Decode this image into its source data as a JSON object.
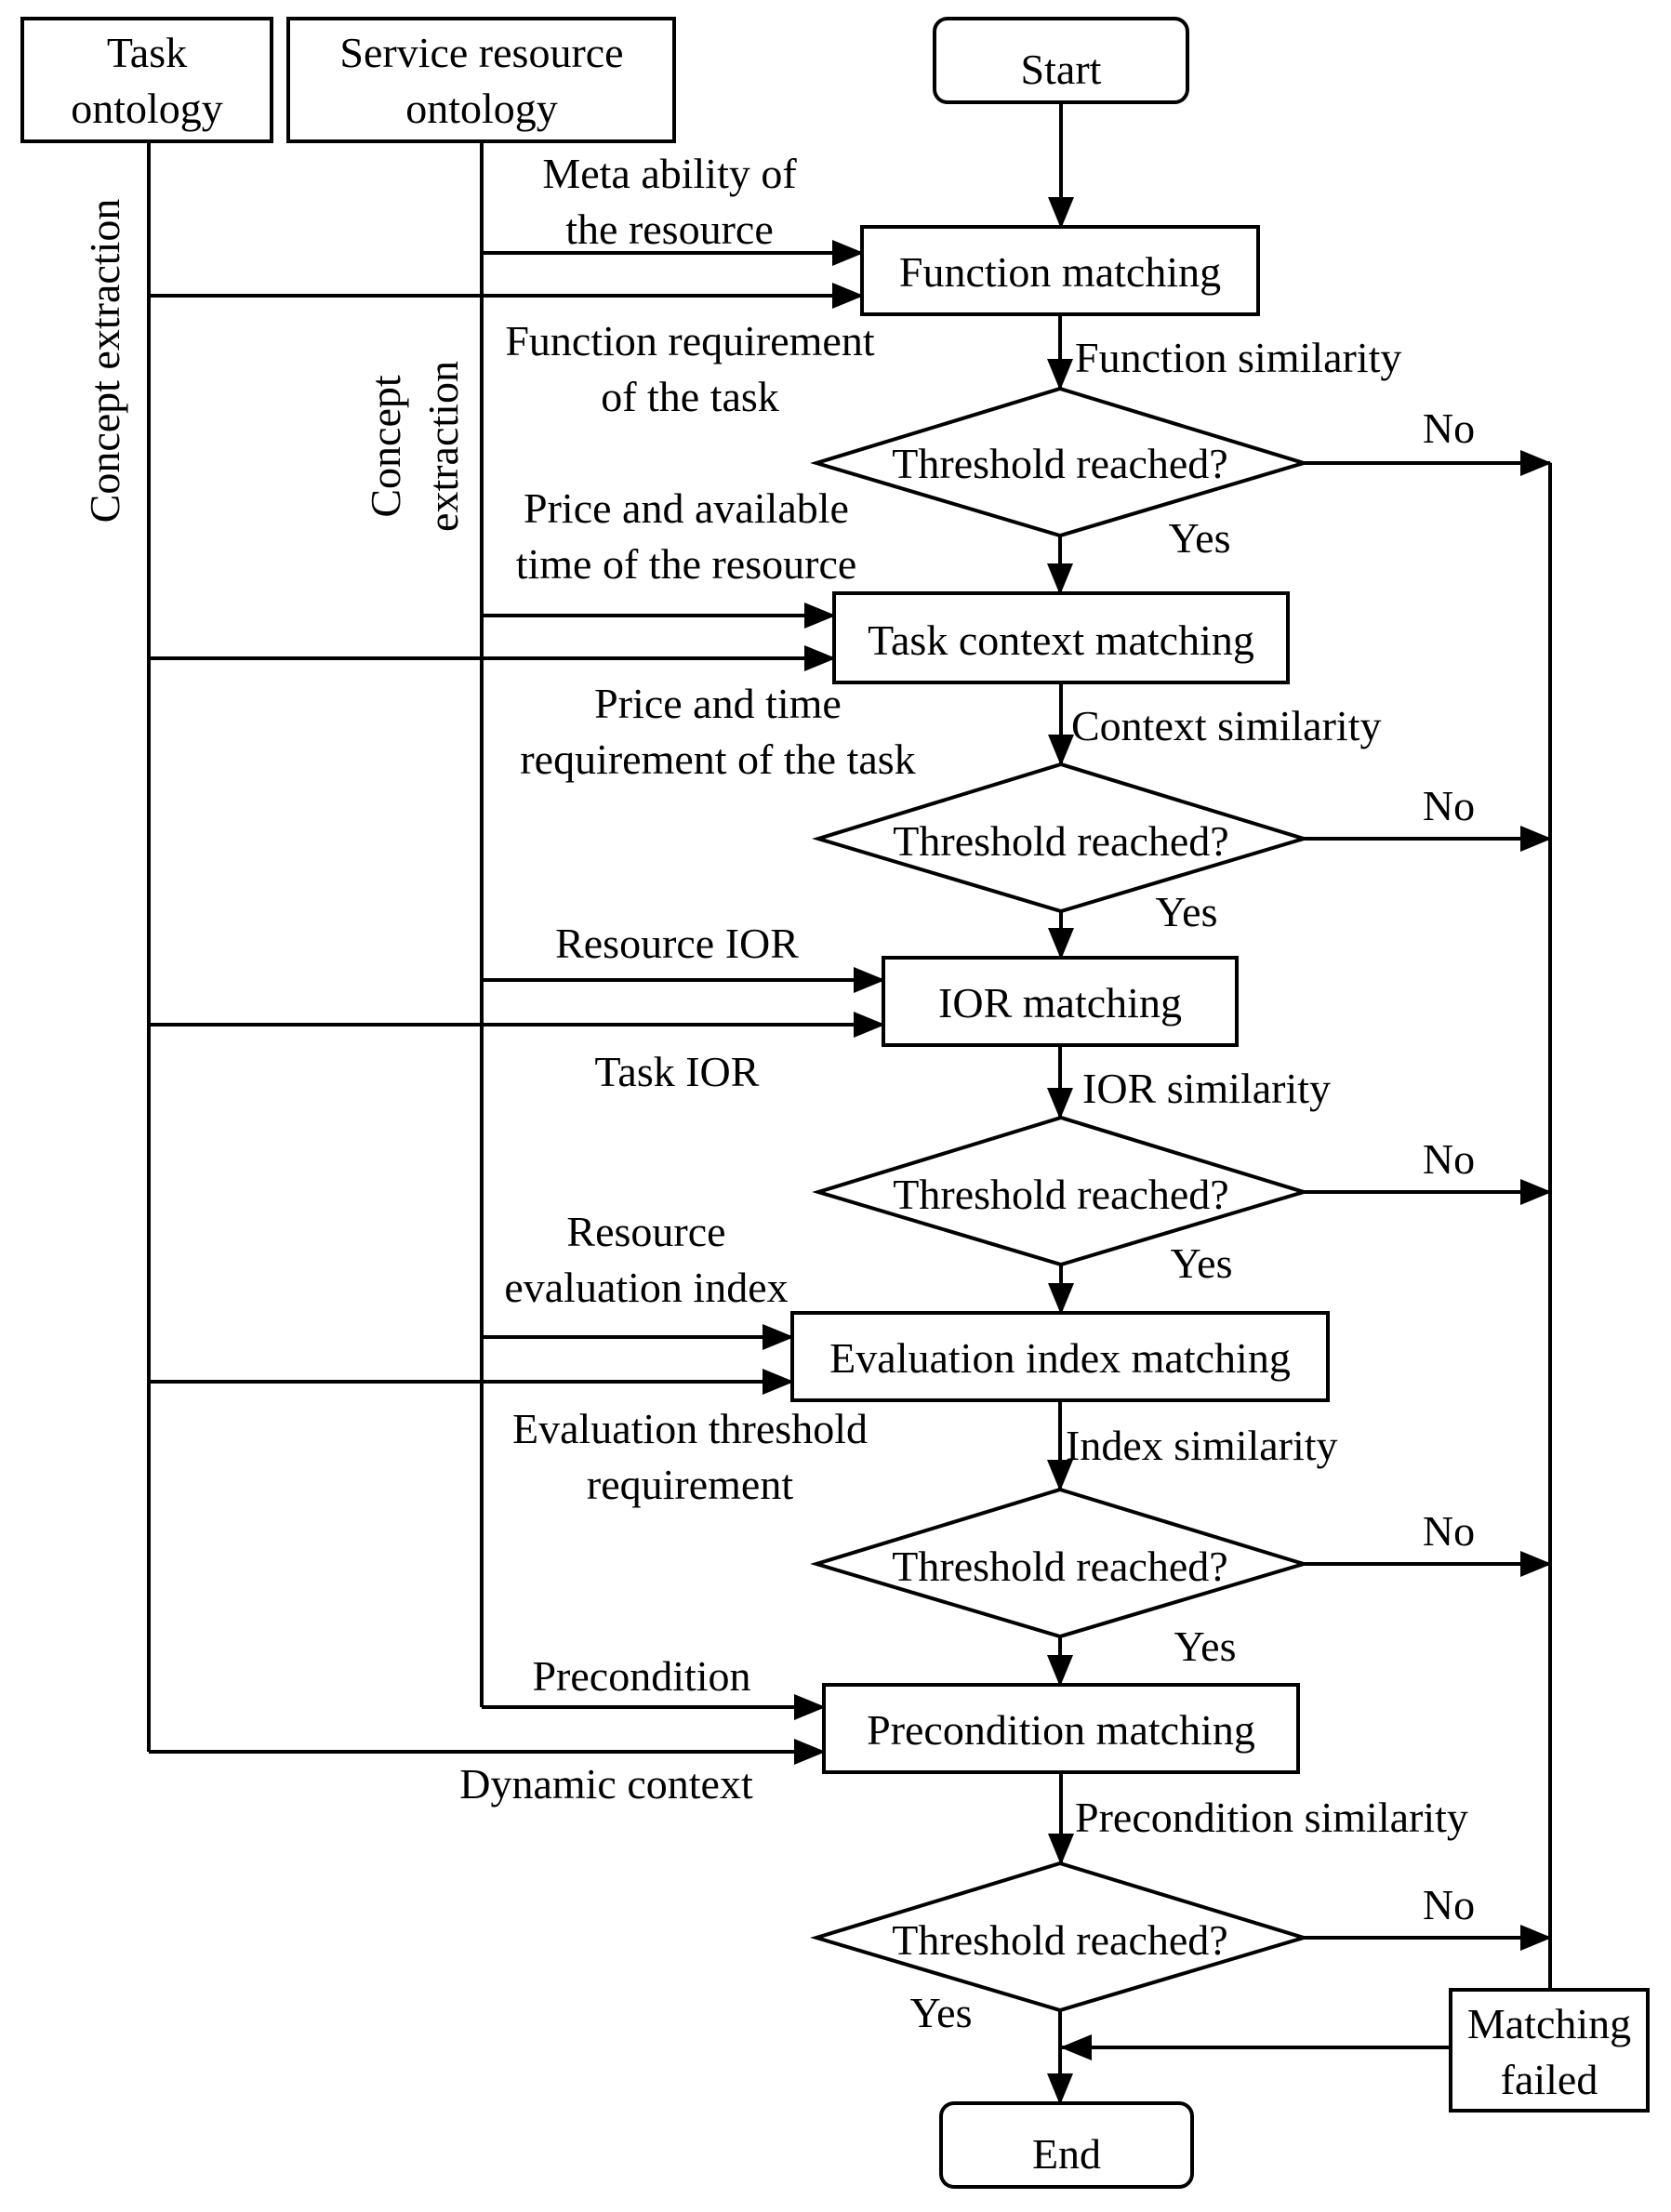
{
  "sources": {
    "task_ontology": [
      "Task",
      "ontology"
    ],
    "service_resource_ontology": [
      "Service resource",
      "ontology"
    ]
  },
  "terminals": {
    "start": "Start",
    "end": "End"
  },
  "extraction_labels": {
    "task": "Concept extraction",
    "resource": [
      "Concept",
      "extraction"
    ]
  },
  "steps": [
    {
      "process": "Function matching",
      "resource_input": [
        "Meta ability of",
        "the resource"
      ],
      "task_input": [
        "Function requirement",
        "of the task"
      ],
      "similarity": "Function similarity"
    },
    {
      "process": "Task context matching",
      "resource_input": [
        "Price and available",
        "time of the resource"
      ],
      "task_input": [
        "Price and time",
        "requirement of the task"
      ],
      "similarity": "Context similarity"
    },
    {
      "process": "IOR matching",
      "resource_input": [
        "Resource IOR"
      ],
      "task_input": [
        "Task IOR"
      ],
      "similarity": "IOR similarity"
    },
    {
      "process": "Evaluation index matching",
      "resource_input": [
        "Resource",
        "evaluation index"
      ],
      "task_input": [
        "Evaluation threshold",
        "requirement"
      ],
      "similarity": "Index similarity"
    },
    {
      "process": "Precondition matching",
      "resource_input": [
        "Precondition"
      ],
      "task_input": [
        "Dynamic context"
      ],
      "similarity": "Precondition similarity"
    }
  ],
  "decision": {
    "question": "Threshold reached?",
    "yes": "Yes",
    "no": "No"
  },
  "failure": [
    "Matching",
    "failed"
  ]
}
